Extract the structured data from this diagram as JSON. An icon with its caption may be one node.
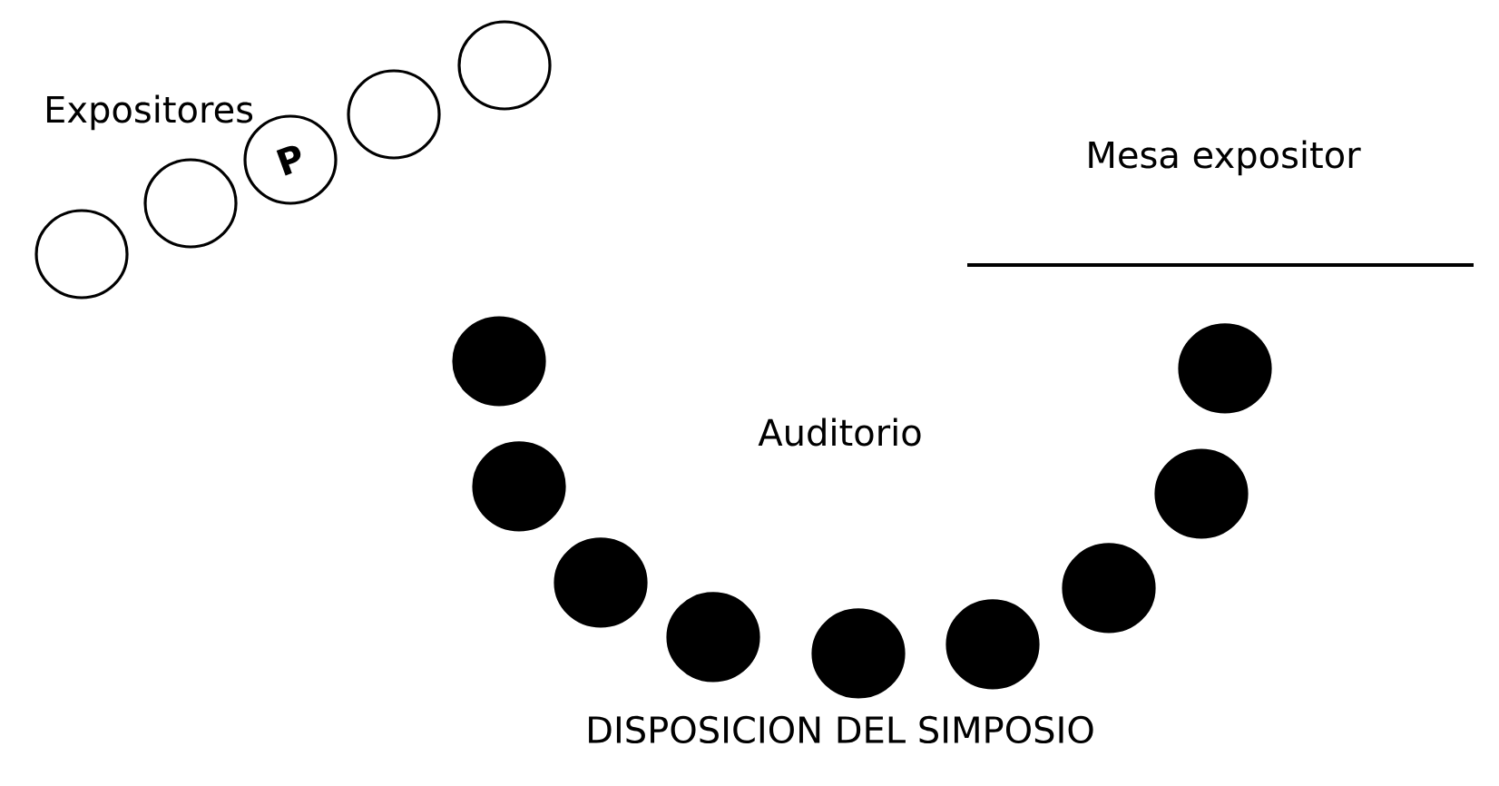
{
  "diagram": {
    "caption": "DISPOSICION DEL SIMPOSIO",
    "nodes": [
      {
        "text": [],
        "shape": "circle"
      },
      {
        "text": [],
        "shape": "circle"
      },
      {
        "text": [
          "P"
        ]
      },
      {
        "text": [],
        "shape": "circle"
      },
      {
        "text": [],
        "shape": "circle"
      },
      {
        "text": [],
        "shape": "dot"
      },
      {
        "text": [],
        "shape": "dot"
      },
      {
        "text": [],
        "shape": "dot"
      },
      {
        "text": [],
        "shape": "dot"
      },
      {
        "text": [],
        "shape": "dot"
      },
      {
        "text": [],
        "shape": "dot"
      },
      {
        "text": [],
        "shape": "dot"
      },
      {
        "text": [],
        "shape": "dot"
      },
      {
        "text": [],
        "shape": "dot"
      }
    ],
    "labels": [
      "Expositores",
      "Mesa expositor",
      "Auditorio"
    ]
  }
}
